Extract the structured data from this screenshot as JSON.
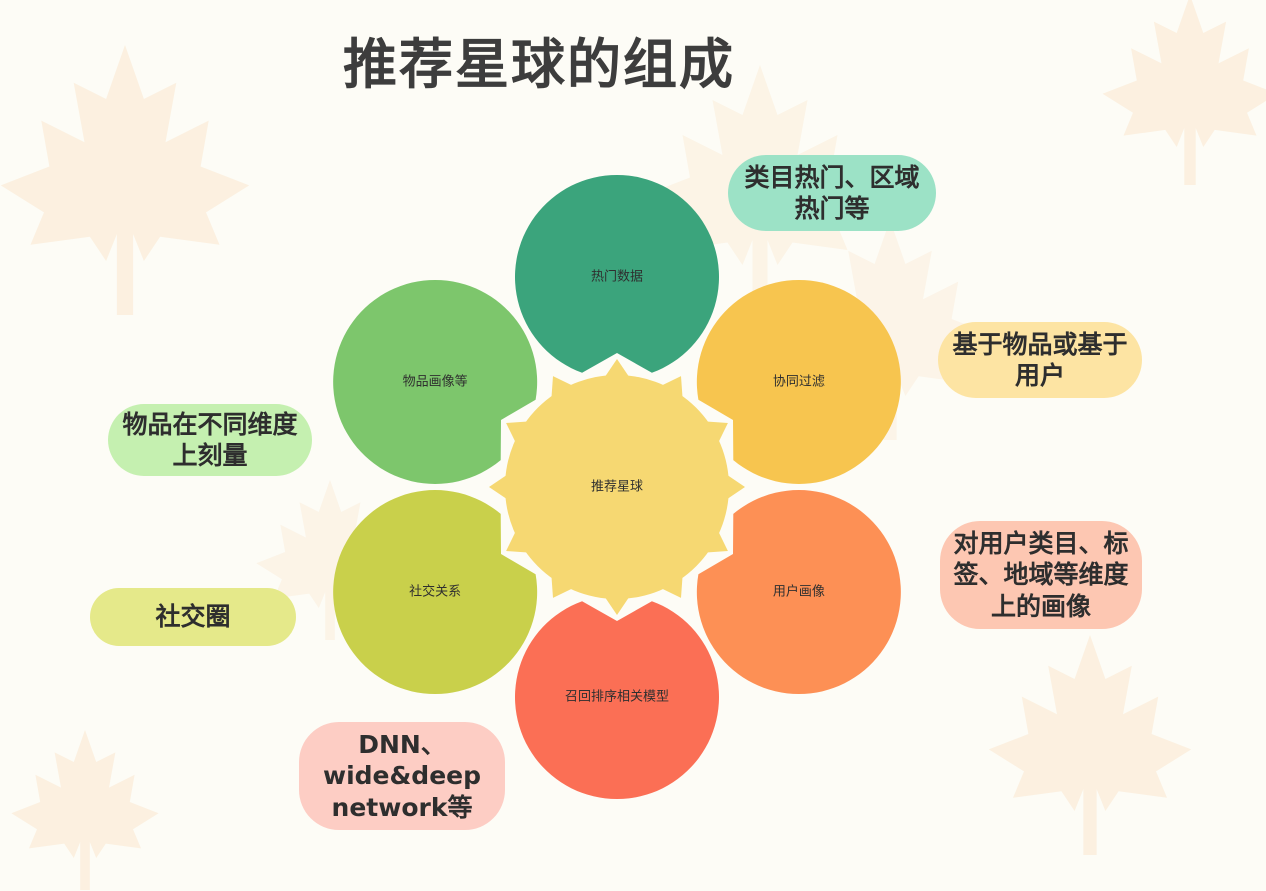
{
  "title": "推荐星球的组成",
  "center": {
    "label": "推荐星球",
    "color": "#f6d872"
  },
  "petals": [
    {
      "label": "热门数据",
      "color": "#3ba47c"
    },
    {
      "label": "协同过滤",
      "color": "#f7c54f"
    },
    {
      "label": "用户画像",
      "color": "#fd9055"
    },
    {
      "label": "召回排序相关模型",
      "color": "#fb6f55"
    },
    {
      "label": "社交关系",
      "color": "#c9d04b"
    },
    {
      "label": "物品画像等",
      "color": "#7dc66c"
    }
  ],
  "notes": {
    "hot": {
      "text": "类目热门、区域热门等",
      "color": "#9ce2c6"
    },
    "cf": {
      "text": "基于物品或基于用户",
      "color": "#fde4a3"
    },
    "profile": {
      "text": "对用户类目、标签、地域等维度上的画像",
      "color": "#fdc7b2"
    },
    "model": {
      "text": "DNN、wide&deep network等",
      "color": "#fdcdc4"
    },
    "social": {
      "text": "社交圈",
      "color": "#e5e98a"
    },
    "item": {
      "text": "物品在不同维度上刻量",
      "color": "#c5f0b0"
    }
  }
}
